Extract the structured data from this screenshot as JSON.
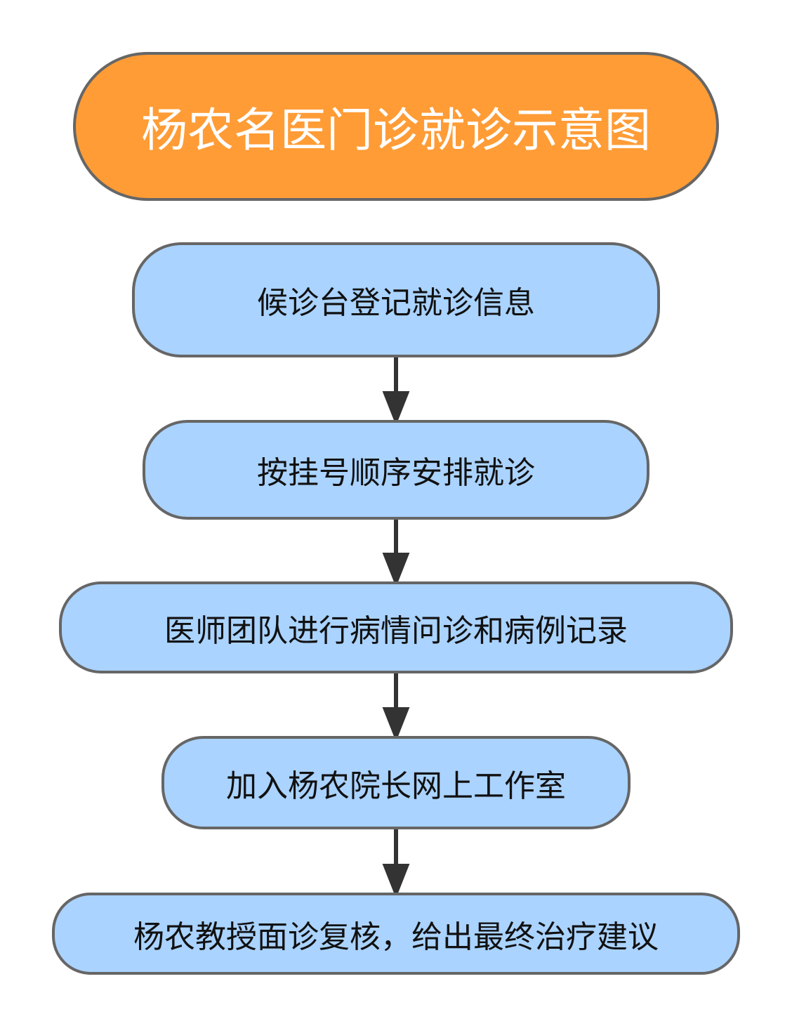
{
  "title": "杨农名医门诊就诊示意图",
  "steps": [
    "候诊台登记就诊信息",
    "按挂号顺序安排就诊",
    "医师团队进行病情问诊和病例记录",
    "加入杨农院长网上工作室",
    "杨农教授面诊复核，给出最终治疗建议"
  ],
  "colors": {
    "title": "#ff9c36",
    "step": "#aad3ff",
    "border": "#666666"
  }
}
